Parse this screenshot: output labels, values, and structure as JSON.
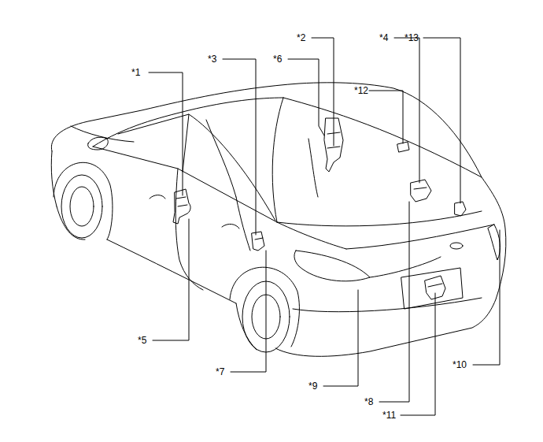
{
  "diagram": {
    "labels": [
      "*1",
      "*2",
      "*3",
      "*4",
      "*5",
      "*6",
      "*7",
      "*8",
      "*9",
      "*10",
      "*11",
      "*12",
      "*13"
    ]
  }
}
